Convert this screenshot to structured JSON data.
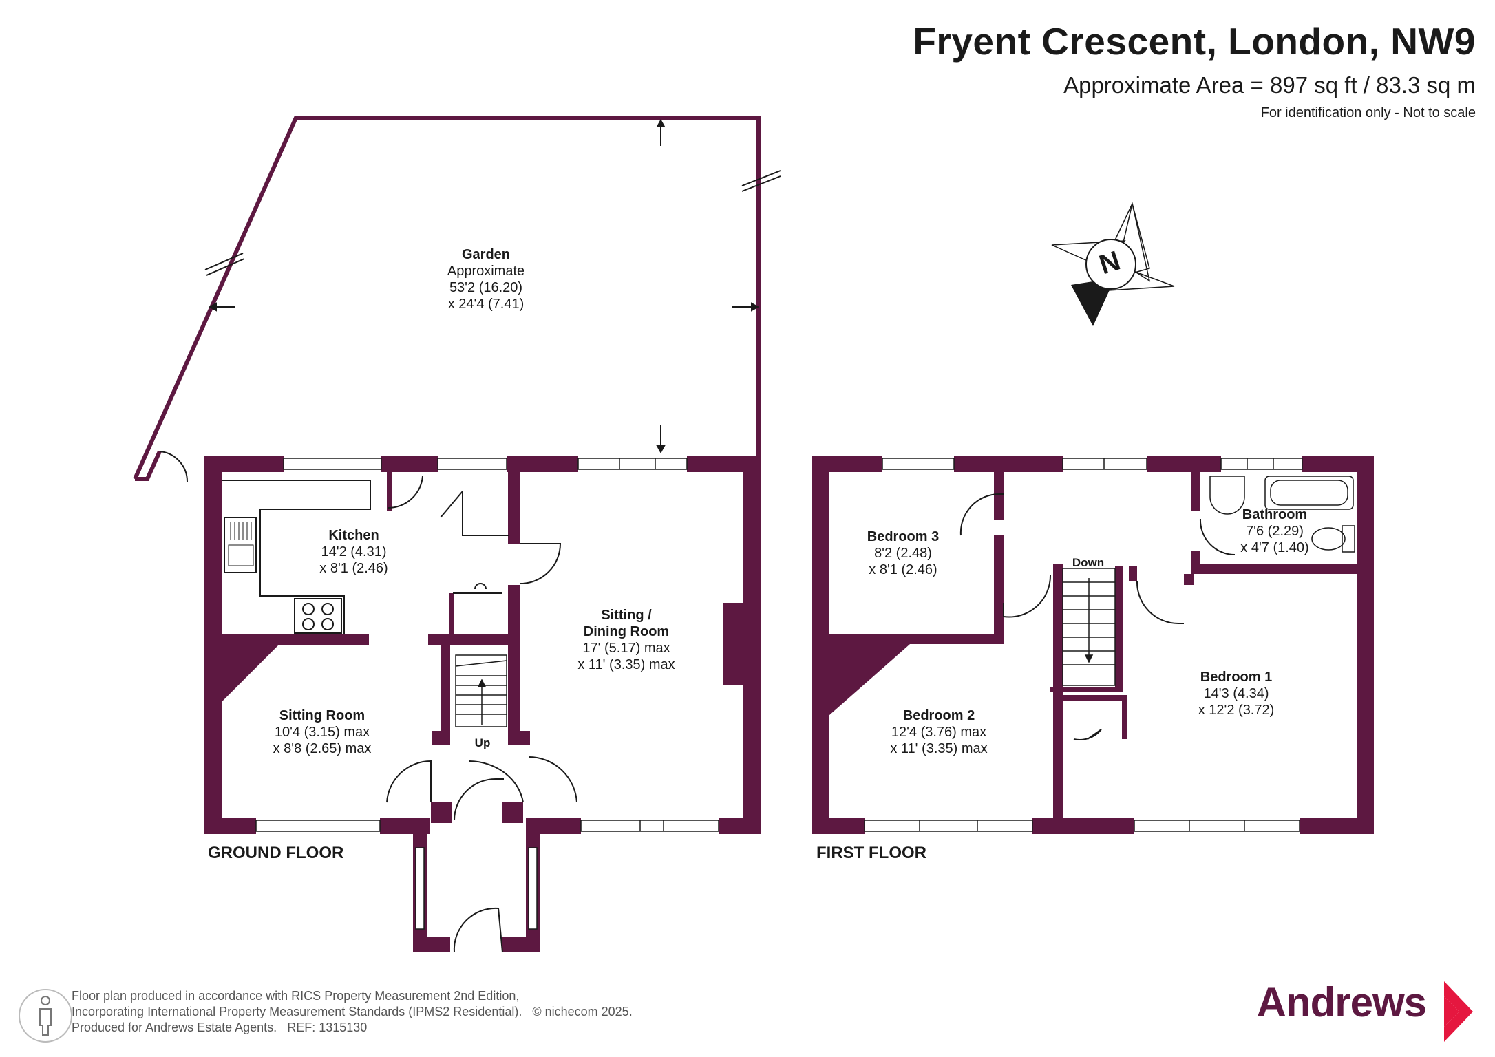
{
  "header": {
    "title": "Fryent Crescent, London, NW9",
    "area": "Approximate Area = 897 sq ft / 83.3 sq m",
    "note": "For identification only - Not to scale"
  },
  "compass": {
    "letter": "N"
  },
  "floors": {
    "ground": {
      "label": "GROUND FLOOR"
    },
    "first": {
      "label": "FIRST FLOOR"
    }
  },
  "rooms": {
    "garden": {
      "name": "Garden",
      "line1": "Approximate",
      "line2": "53'2 (16.20)",
      "line3": "x 24'4 (7.41)"
    },
    "kitchen": {
      "name": "Kitchen",
      "line1": "14'2 (4.31)",
      "line2": "x 8'1 (2.46)"
    },
    "sitting_dining": {
      "name": "Sitting /",
      "name2": "Dining Room",
      "line1": "17' (5.17) max",
      "line2": "x 11' (3.35) max"
    },
    "sitting_room": {
      "name": "Sitting Room",
      "line1": "10'4 (3.15) max",
      "line2": "x 8'8 (2.65) max"
    },
    "bedroom3": {
      "name": "Bedroom 3",
      "line1": "8'2 (2.48)",
      "line2": "x 8'1 (2.46)"
    },
    "bathroom": {
      "name": "Bathroom",
      "line1": "7'6 (2.29)",
      "line2": "x 4'7 (1.40)"
    },
    "bedroom2": {
      "name": "Bedroom 2",
      "line1": "12'4 (3.76) max",
      "line2": "x 11' (3.35) max"
    },
    "bedroom1": {
      "name": "Bedroom 1",
      "line1": "14'3 (4.34)",
      "line2": "x 12'2 (3.72)"
    }
  },
  "stairs": {
    "up": "Up",
    "down": "Down"
  },
  "footer": {
    "line1": "Floor plan produced in accordance with RICS Property Measurement 2nd Edition,",
    "line2": "Incorporating International Property Measurement Standards (IPMS2 Residential).",
    "copyright": "© nichecom 2025.",
    "line3": "Produced for Andrews Estate Agents.",
    "ref": "REF: 1315130"
  },
  "brand": {
    "name": "Andrews",
    "color": "#5d1841",
    "accent": "#e5173f"
  },
  "colors": {
    "wall": "#5d1841"
  }
}
